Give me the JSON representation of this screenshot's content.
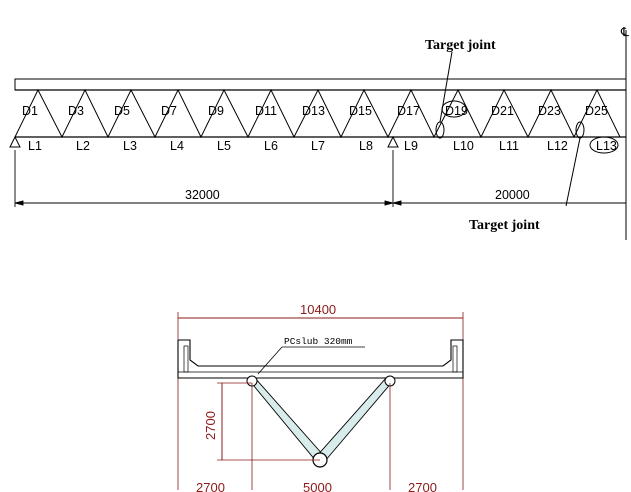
{
  "elevation": {
    "diagonals": [
      "D1",
      "D3",
      "D5",
      "D7",
      "D9",
      "D11",
      "D13",
      "D15",
      "D17",
      "D19",
      "D21",
      "D23",
      "D25"
    ],
    "lower_chords": [
      "L1",
      "L2",
      "L3",
      "L4",
      "L5",
      "L6",
      "L7",
      "L8",
      "L9",
      "L10",
      "L11",
      "L12",
      "L13"
    ],
    "span1": "32000",
    "span2": "20000",
    "target_label_top": "Target joint",
    "target_label_bottom": "Target joint",
    "centerline_mark": "℄"
  },
  "section": {
    "total_width": "10400",
    "slab_note": "PCslub 320mm",
    "depth": "2700",
    "left_overhang": "2700",
    "center_width": "5000",
    "right_overhang": "2700"
  },
  "colors": {
    "dim_red": "#8b1a1a",
    "pipe_fill": "#d8ecec"
  }
}
